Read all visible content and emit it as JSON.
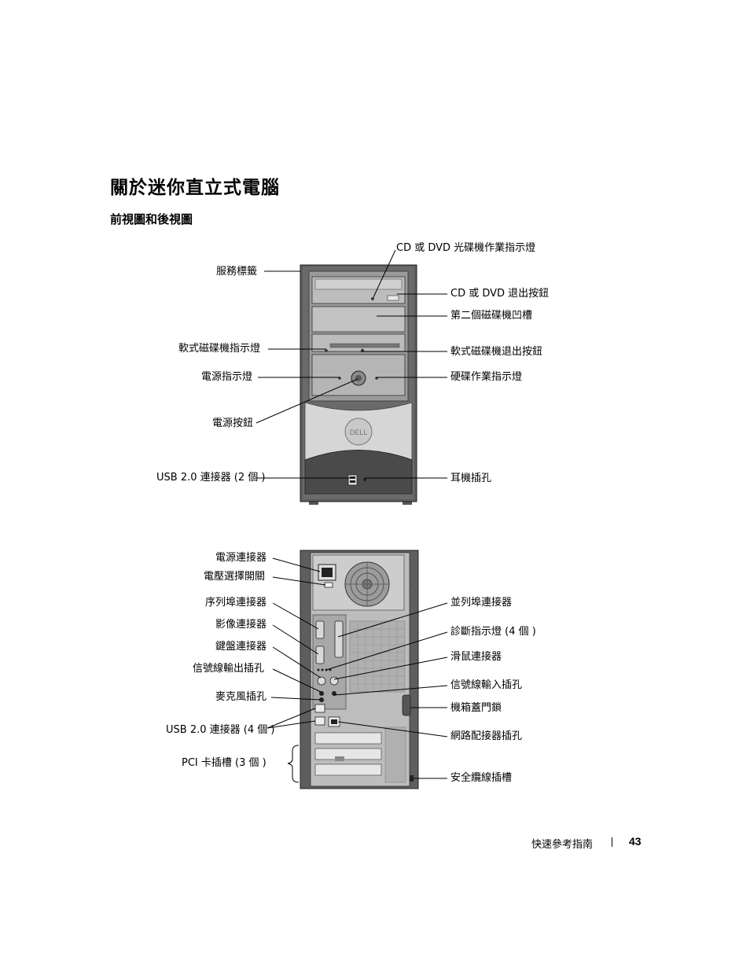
{
  "page": {
    "title": "關於迷你直立式電腦",
    "subtitle": "前視圖和後視圖"
  },
  "front_view": {
    "labels": {
      "service_tag": "服務標籤",
      "floppy_activity": "軟式磁碟機指示燈",
      "power_light": "電源指示燈",
      "power_button": "電源按鈕",
      "usb_front": "USB 2.0 連接器 (2 個 )",
      "cd_activity": "CD 或 DVD 光碟機作業指示燈",
      "cd_eject": "CD 或 DVD 退出按鈕",
      "second_bay": "第二個磁碟機凹槽",
      "floppy_eject": "軟式磁碟機退出按鈕",
      "hdd_activity": "硬碟作業指示燈",
      "headphone": "耳機插孔"
    }
  },
  "back_view": {
    "labels": {
      "power_connector": "電源連接器",
      "voltage_switch": "電壓選擇開關",
      "serial": "序列埠連接器",
      "video": "影像連接器",
      "keyboard": "鍵盤連接器",
      "line_out": "信號線輸出插孔",
      "microphone": "麥克風插孔",
      "usb_back": "USB 2.0 連接器 (4 個 )",
      "pci_slots": "PCI 卡插槽 (3 個 )",
      "parallel": "並列埠連接器",
      "diagnostic": "診斷指示燈 (4 個 )",
      "mouse": "滑鼠連接器",
      "line_in": "信號線輸入插孔",
      "cover_latch": "機箱蓋門鎖",
      "network": "網路配接器插孔",
      "security_slot": "安全纜線插槽"
    }
  },
  "footer": {
    "text": "快速參考指南",
    "page_number": "43"
  }
}
